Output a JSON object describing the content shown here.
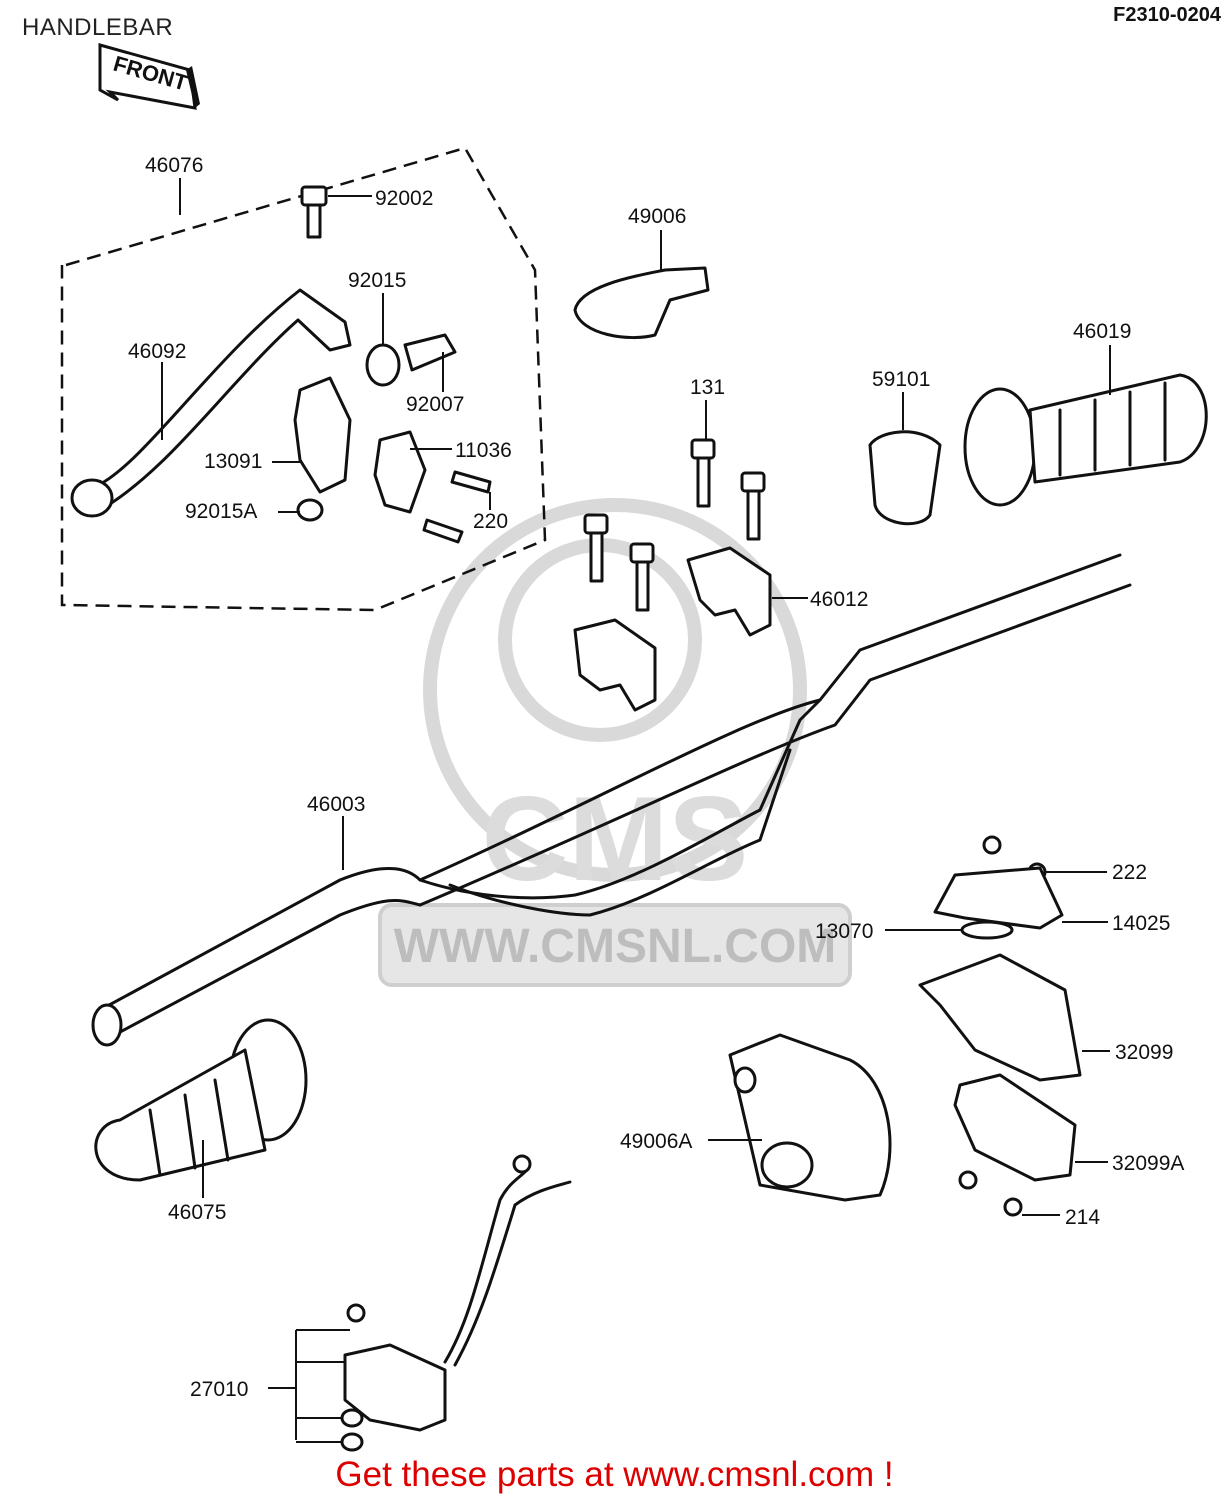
{
  "header": {
    "title": "HANDLEBAR",
    "diagram_code": "F2310-0204",
    "front_arrow": "FRONT"
  },
  "watermark": {
    "brand": "CMS",
    "url": "WWW.CMSNL.COM"
  },
  "parts": {
    "p46076": "46076",
    "p92002": "92002",
    "p49006": "49006",
    "p92015": "92015",
    "p46092": "46092",
    "p92007": "92007",
    "p46019": "46019",
    "p131": "131",
    "p59101": "59101",
    "p13091": "13091",
    "p11036": "11036",
    "p92015A": "92015A",
    "p220": "220",
    "p46012": "46012",
    "p46003": "46003",
    "p222": "222",
    "p13070": "13070",
    "p14025": "14025",
    "p32099": "32099",
    "p49006A": "49006A",
    "p32099A": "32099A",
    "p214": "214",
    "p46075": "46075",
    "p27010": "27010"
  },
  "footer": {
    "cta": "Get these parts at www.cmsnl.com !"
  }
}
